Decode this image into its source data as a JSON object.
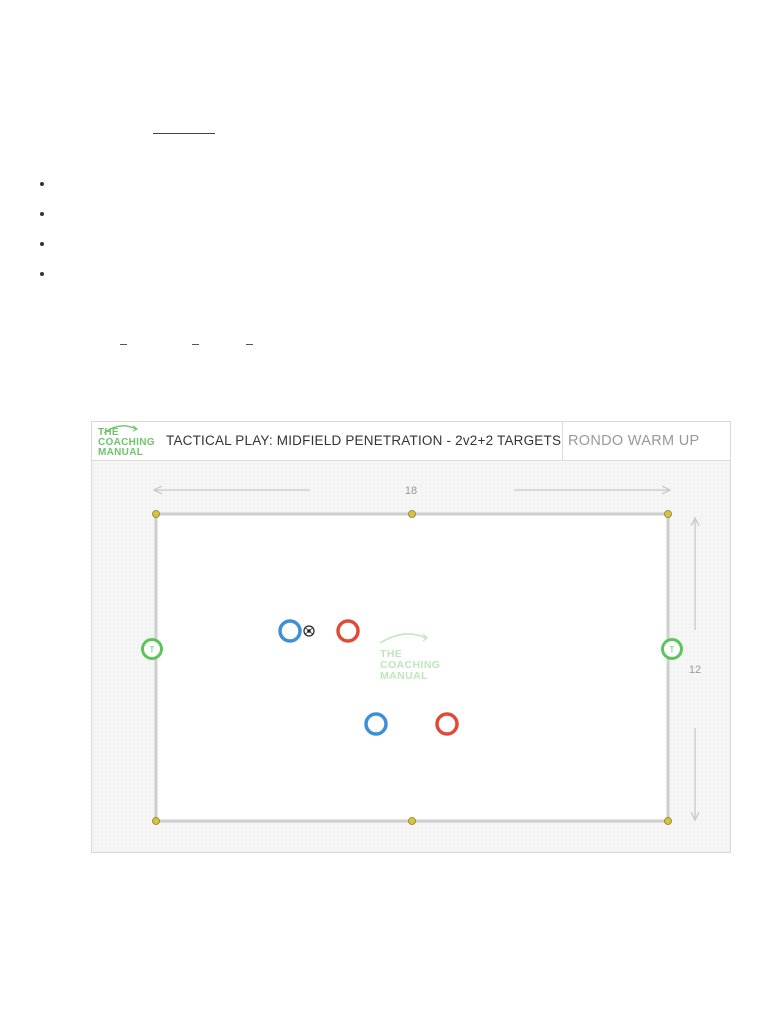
{
  "diagram": {
    "logo": {
      "line1": "THE",
      "line2": "COACHING",
      "line3": "MANUAL"
    },
    "title": "TACTICAL PLAY: MIDFIELD PENETRATION - 2v2+2 TARGETS",
    "subtitle": "RONDO WARM UP",
    "width_label": "18",
    "height_label": "12",
    "target_label": "T",
    "colors": {
      "blue_team": "#3d8fd8",
      "red_team": "#e04a36",
      "target": "#5cc45a",
      "cone": "#d9c23c",
      "pitch_line": "#cfcfcf"
    },
    "watermark": {
      "line1": "THE",
      "line2": "COACHING",
      "line3": "MANUAL"
    }
  }
}
